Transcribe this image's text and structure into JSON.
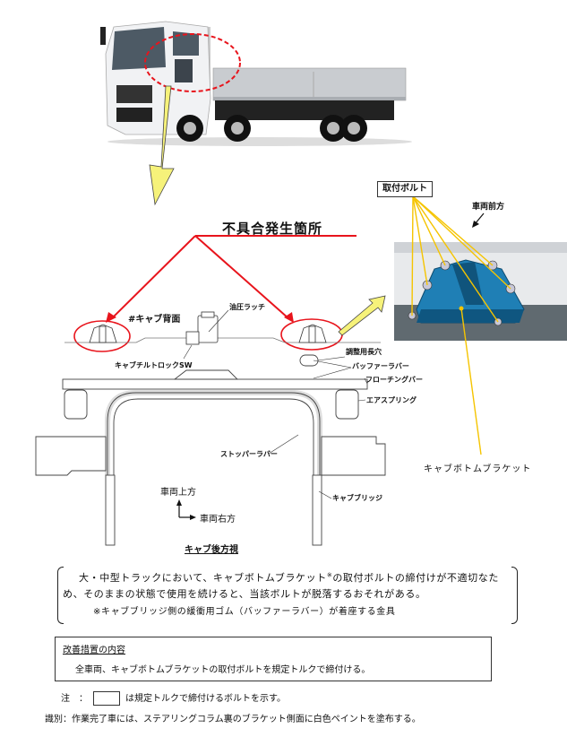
{
  "top_photo": {
    "subject": "large cargo truck (side view)",
    "highlight": "dashed red ellipse around cab rear"
  },
  "defect_location": {
    "title": "不具合発生箇所"
  },
  "photo_inset": {
    "bolt_label": "取付ボルト",
    "front_direction": "車両前方",
    "bracket_label": "キャブボトムブラケット"
  },
  "drawing": {
    "cab_back": "#キャブ背面",
    "hydraulic_latch": "油圧ラッチ",
    "tilt_lock_sw": "キャブチルトロックSW",
    "adjust_slot": "調整用長穴",
    "buffer_rubber": "バッファーラバー",
    "floating_bar": "フローチングバー",
    "air_spring": "エアスプリング",
    "stopper_rubber": "ストッパーラバー",
    "cab_bridge": "キャブブリッジ",
    "up_direction": "車両上方",
    "right_direction": "車両右方",
    "view_caption": "キャブ後方視"
  },
  "defect_description": {
    "line1": "大・中型トラックにおいて、キャブボトムブラケット",
    "line1_mark": "※",
    "line1_rest": "の取付ボルトの締付けが不適切なた",
    "line2": "め、そのままの状態で使用を続けると、当該ボルトが脱落するおそれがある。",
    "footnote": "※キャブブリッジ側の緩衝用ゴム（バッファーラバー）が着座する金具"
  },
  "remedy": {
    "title": "改善措置の内容",
    "body": "全車両、キャブボトムブラケットの取付ボルトを規定トルクで締付ける。"
  },
  "note": {
    "prefix": "注　：",
    "text": "は規定トルクで締付けるボルトを示す。"
  },
  "identification": {
    "text": "識別：作業完了車には、ステアリングコラム裏のブラケット側面に白色ペイントを塗布する。"
  },
  "colors": {
    "red": "#e8141c",
    "yellow_arrow": "#f6f27a",
    "leader_yellow": "#f5c400",
    "bracket_blue": "#1f7fb5"
  }
}
